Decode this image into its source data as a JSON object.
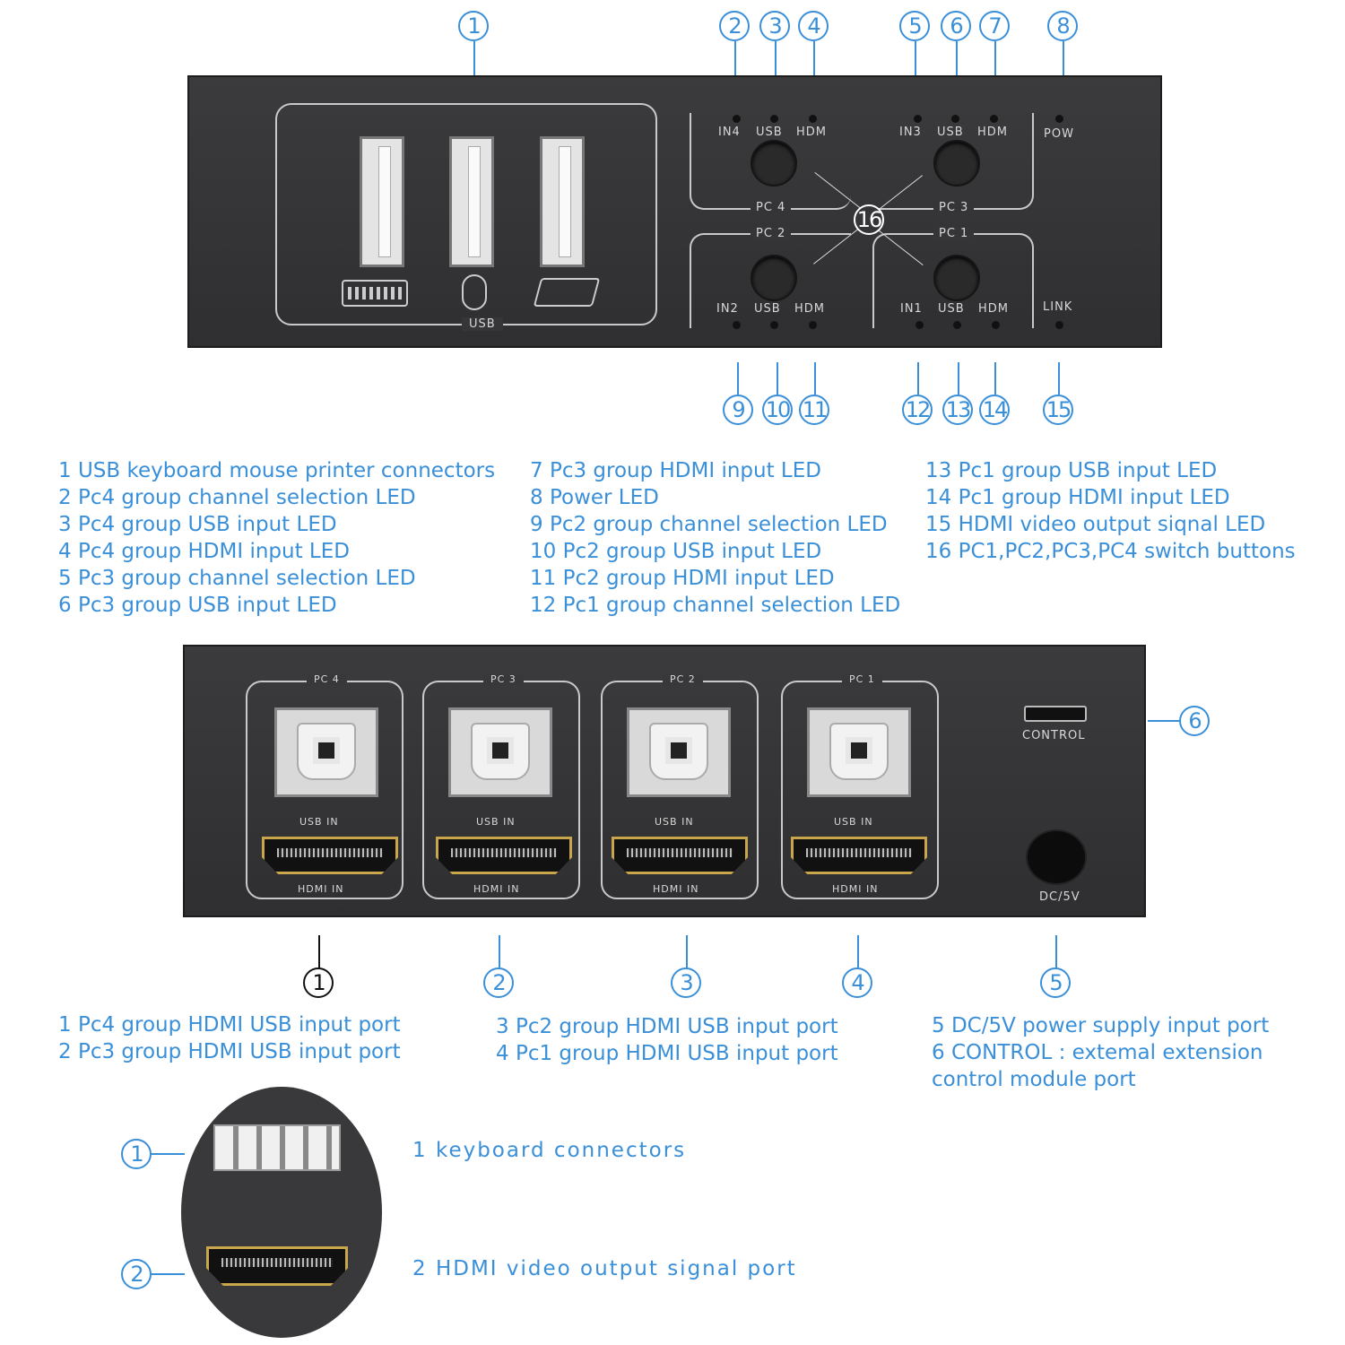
{
  "front": {
    "callouts": [
      "1",
      "2",
      "3",
      "4",
      "5",
      "6",
      "7",
      "8",
      "9",
      "10",
      "11",
      "12",
      "13",
      "14",
      "15",
      "16"
    ],
    "usb_label": "USB",
    "led_labels": {
      "in4": "IN4",
      "usb": "USB",
      "hdm": "HDM",
      "in3": "IN3",
      "in2": "IN2",
      "in1": "IN1",
      "pow": "POW",
      "link": "LINK"
    },
    "pc_labels": [
      "PC 4",
      "PC 3",
      "PC 2",
      "PC 1"
    ],
    "descriptions": [
      "1 USB keyboard mouse printer connectors",
      "2 Pc4 group channel selection LED",
      "3 Pc4 group USB input LED",
      "4 Pc4 group HDMI input LED",
      "5 Pc3 group channel selection LED",
      "6 Pc3 group USB input LED",
      "7 Pc3 group HDMI input LED",
      "8 Power LED",
      "9 Pc2 group channel selection LED",
      "10 Pc2 group USB input LED",
      "11 Pc2 group HDMI input LED",
      "12 Pc1 group channel selection LED",
      "13 Pc1 group USB input LED",
      "14 Pc1 group HDMI input LED",
      "15 HDMI video output siqnal LED",
      "16 PC1,PC2,PC3,PC4 switch buttons"
    ]
  },
  "rear": {
    "callouts": [
      "1",
      "2",
      "3",
      "4",
      "5",
      "6"
    ],
    "groups": [
      {
        "pc": "PC 4"
      },
      {
        "pc": "PC 3"
      },
      {
        "pc": "PC 2"
      },
      {
        "pc": "PC 1"
      }
    ],
    "usb_in": "USB IN",
    "hdmi_in": "HDMI IN",
    "control": "CONTROL",
    "dc": "DC/5V",
    "descriptions": [
      "1 Pc4 group HDMI USB input port",
      "2 Pc3 group HDMI USB input port",
      "3 Pc2 group HDMI USB input port",
      "4 Pc1 group HDMI USB input port",
      "5 DC/5V power supply input port",
      "6 CONTROL : extemal extension",
      "control module port"
    ]
  },
  "side": {
    "callouts": [
      "1",
      "2"
    ],
    "descriptions": [
      "1 keyboard connectors",
      "2 HDMI video output signal port"
    ]
  },
  "colors": {
    "accent": "#3a8fd9",
    "panel": "#353537"
  }
}
